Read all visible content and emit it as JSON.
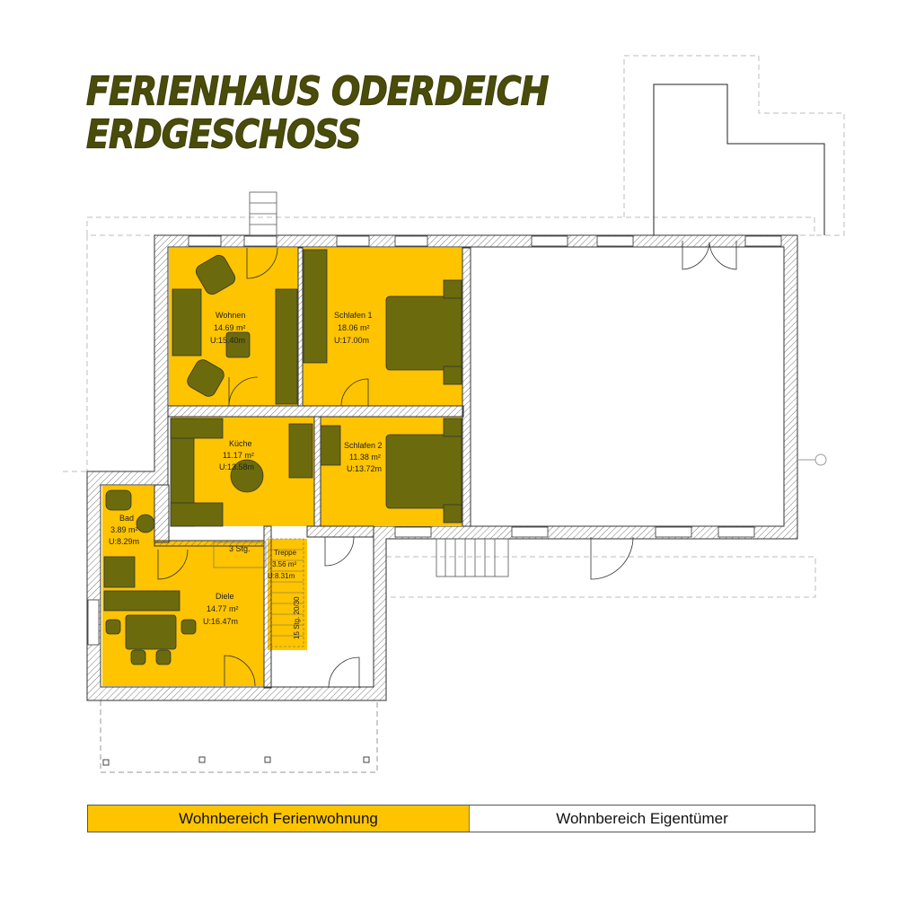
{
  "title": {
    "line1": "Ferienhaus Oderdeich",
    "line2": "Erdgeschoss"
  },
  "rooms": {
    "wohnen": {
      "name": "Wohnen",
      "area": "14.69 m²",
      "perimeter": "U:15.40m"
    },
    "schlafen1": {
      "name": "Schlafen 1",
      "area": "18.06 m²",
      "perimeter": "U:17.00m"
    },
    "kueche": {
      "name": "Küche",
      "area": "11.17 m²",
      "perimeter": "U:13.58m"
    },
    "schlafen2": {
      "name": "Schlafen 2",
      "area": "11.38 m²",
      "perimeter": "U:13.72m"
    },
    "bad": {
      "name": "Bad",
      "area": "3.89 m²",
      "perimeter": "U:8.29m"
    },
    "diele": {
      "name": "Diele",
      "area": "14.77 m²",
      "perimeter": "U:16.47m"
    },
    "treppe": {
      "name": "Treppe",
      "area": "3.56 m²",
      "perimeter": "U:8.31m",
      "steps": "15 Stg. 20/30"
    }
  },
  "stair_small": {
    "label": "3 Stg."
  },
  "legend": {
    "guest": "Wohnbereich Ferienwohnung",
    "owner": "Wohnbereich Eigentümer"
  },
  "colors": {
    "guest_area": "#fec400",
    "furniture": "#6b6b0d",
    "title": "#4a4c0a",
    "wall_line": "#333333",
    "dashed": "#bbbbbb"
  }
}
